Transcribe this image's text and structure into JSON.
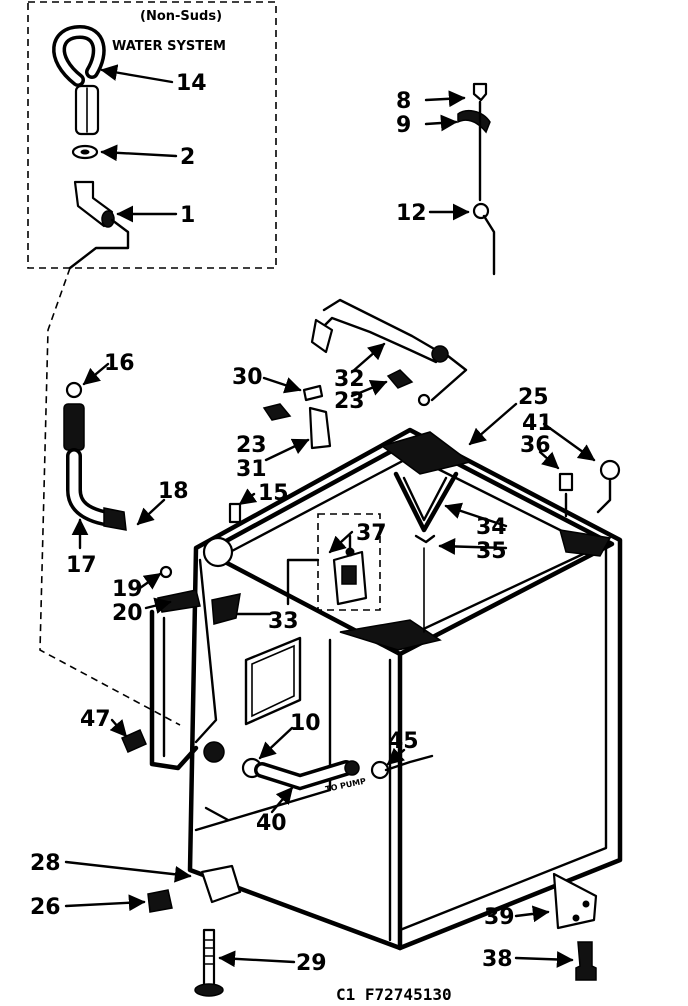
{
  "inset": {
    "title_line1": "(Non-Suds)",
    "title_line2": "WATER SYSTEM"
  },
  "callouts": {
    "p1": "1",
    "p2": "2",
    "p8": "8",
    "p9": "9",
    "p10": "10",
    "p12": "12",
    "p14": "14",
    "p15": "15",
    "p16": "16",
    "p17": "17",
    "p18": "18",
    "p19": "19",
    "p20": "20",
    "p23a": "23",
    "p23b": "23",
    "p25": "25",
    "p26": "26",
    "p28": "28",
    "p29": "29",
    "p30": "30",
    "p31": "31",
    "p32": "32",
    "p33": "33",
    "p34": "34",
    "p35": "35",
    "p36": "36",
    "p37": "37",
    "p38": "38",
    "p39": "39",
    "p40": "40",
    "p41": "41",
    "p45": "45",
    "p47": "47"
  },
  "hose_marking": "TO PUMP",
  "drawing_code": "C1 F72745130"
}
